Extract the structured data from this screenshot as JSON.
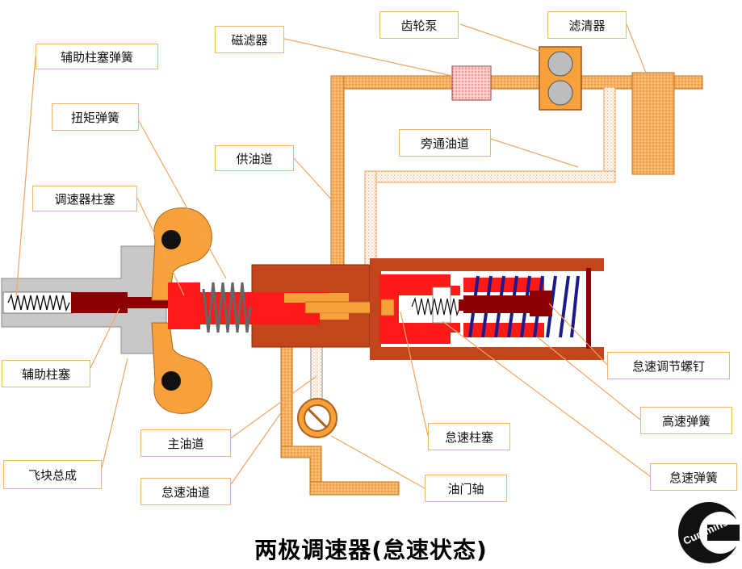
{
  "diagram": {
    "title": "两极调速器(怠速状态)",
    "brand": "Cummins",
    "labels": {
      "aux_plunger_spring": "辅助柱塞弹簧",
      "torque_spring": "扭矩弹簧",
      "governor_plunger": "调速器柱塞",
      "supply_passage": "供油道",
      "magnetic_filter": "磁滤器",
      "gear_pump": "齿轮泵",
      "filter": "滤清器",
      "bypass_passage": "旁通油道",
      "idle_adjust_screw": "怠速调节螺钉",
      "high_speed_spring": "高速弹簧",
      "idle_plunger": "怠速柱塞",
      "idle_spring": "怠速弹簧",
      "throttle_shaft": "油门轴",
      "main_passage": "主油道",
      "idle_passage": "怠速油道",
      "aux_plunger": "辅助柱塞",
      "flyweight_assembly": "飞块总成"
    },
    "colors": {
      "label_border": "#f4b56b",
      "leader_line": "#f4a460",
      "oil_orange": "#f7b060",
      "plunger_red": "#ff1a1a",
      "body_brick": "#c2451b",
      "dark_red": "#8b0000",
      "high_speed_spring_blue": "#1a1a8c",
      "housing_gray": "#c8c8c8",
      "flyweight_orange": "#f7a13a"
    }
  }
}
